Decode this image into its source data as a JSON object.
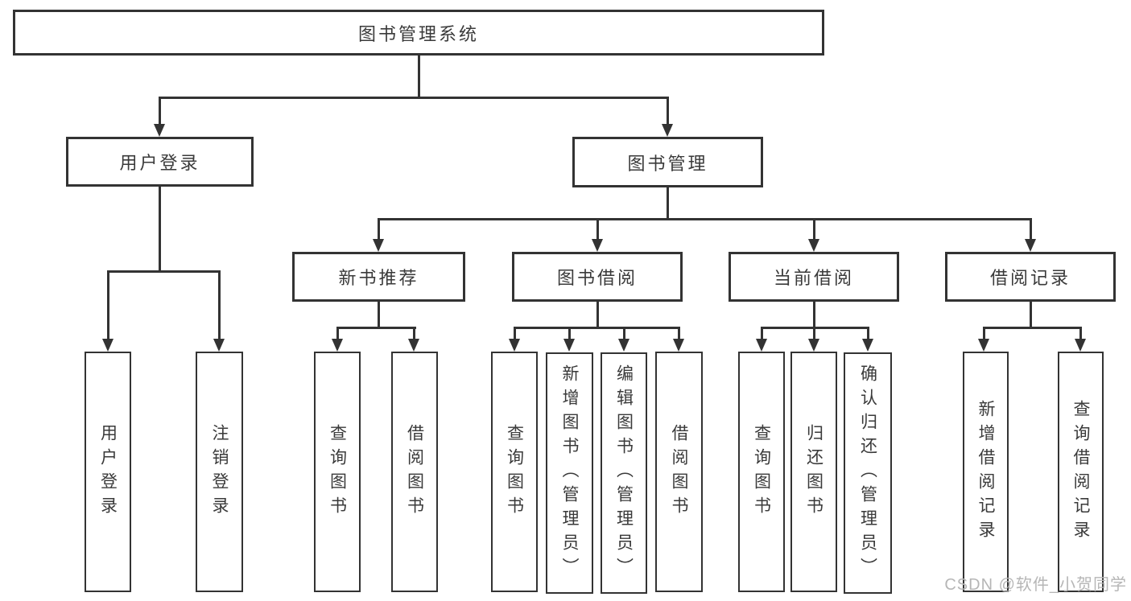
{
  "tree": {
    "label": "图书管理系统",
    "children": [
      {
        "label": "用户登录",
        "children": [
          {
            "label": "用户登录"
          },
          {
            "label": "注销登录"
          }
        ]
      },
      {
        "label": "图书管理",
        "children": [
          {
            "label": "新书推荐",
            "children": [
              {
                "label": "查询图书"
              },
              {
                "label": "借阅图书"
              }
            ]
          },
          {
            "label": "图书借阅",
            "children": [
              {
                "label": "查询图书"
              },
              {
                "label": "新增图书（管理员）"
              },
              {
                "label": "编辑图书（管理员）"
              },
              {
                "label": "借阅图书"
              }
            ]
          },
          {
            "label": "当前借阅",
            "children": [
              {
                "label": "查询图书"
              },
              {
                "label": "归还图书"
              },
              {
                "label": "确认归还（管理员）"
              }
            ]
          },
          {
            "label": "借阅记录",
            "children": [
              {
                "label": "新增借阅记录"
              },
              {
                "label": "查询借阅记录"
              }
            ]
          }
        ]
      }
    ]
  },
  "watermark": {
    "text": "CSDN @软件_小贺同学"
  },
  "colors": {
    "line": "#333333",
    "text": "#3a3a3a",
    "watermark": "#b6b6b6",
    "background": "#ffffff"
  }
}
